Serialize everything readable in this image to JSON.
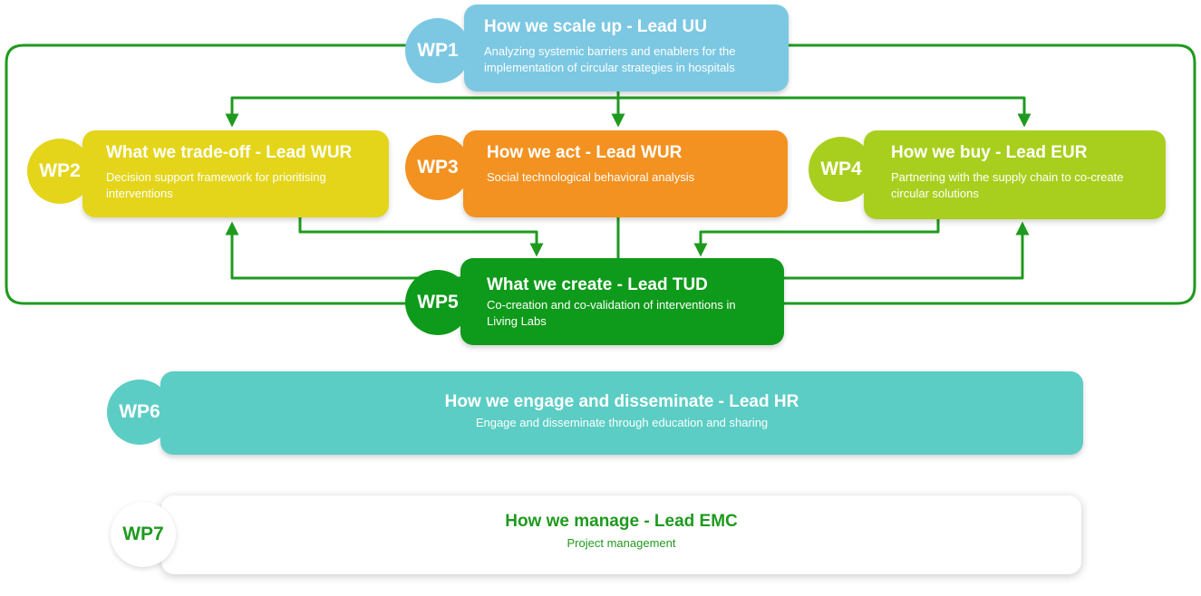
{
  "colors": {
    "connector": "#1f9a1f",
    "wp1": "#7cc8e3",
    "wp2": "#e4d51a",
    "wp3": "#f39221",
    "wp4": "#a9cf1e",
    "wp5": "#0e9a1a",
    "wp6": "#5bcdc4",
    "wp7_text": "#1f9a1f"
  },
  "packages": [
    {
      "id": "WP1",
      "title": "How we scale up - Lead UU",
      "description": "Analyzing systemic barriers and enablers for the implementation of circular strategies in hospitals"
    },
    {
      "id": "WP2",
      "title": "What we trade-off - Lead WUR",
      "description": "Decision support framework for prioritising interventions"
    },
    {
      "id": "WP3",
      "title": "How we act - Lead WUR",
      "description": "Social technological behavioral analysis"
    },
    {
      "id": "WP4",
      "title": "How we buy - Lead EUR",
      "description": "Partnering with the supply chain to co-create circular solutions"
    },
    {
      "id": "WP5",
      "title": "What we create - Lead TUD",
      "description": "Co-creation and co-validation of interventions in Living Labs"
    },
    {
      "id": "WP6",
      "title": "How we engage and disseminate - Lead HR",
      "description": "Engage and disseminate through education and sharing"
    },
    {
      "id": "WP7",
      "title": "How we manage - Lead EMC",
      "description": "Project management"
    }
  ]
}
